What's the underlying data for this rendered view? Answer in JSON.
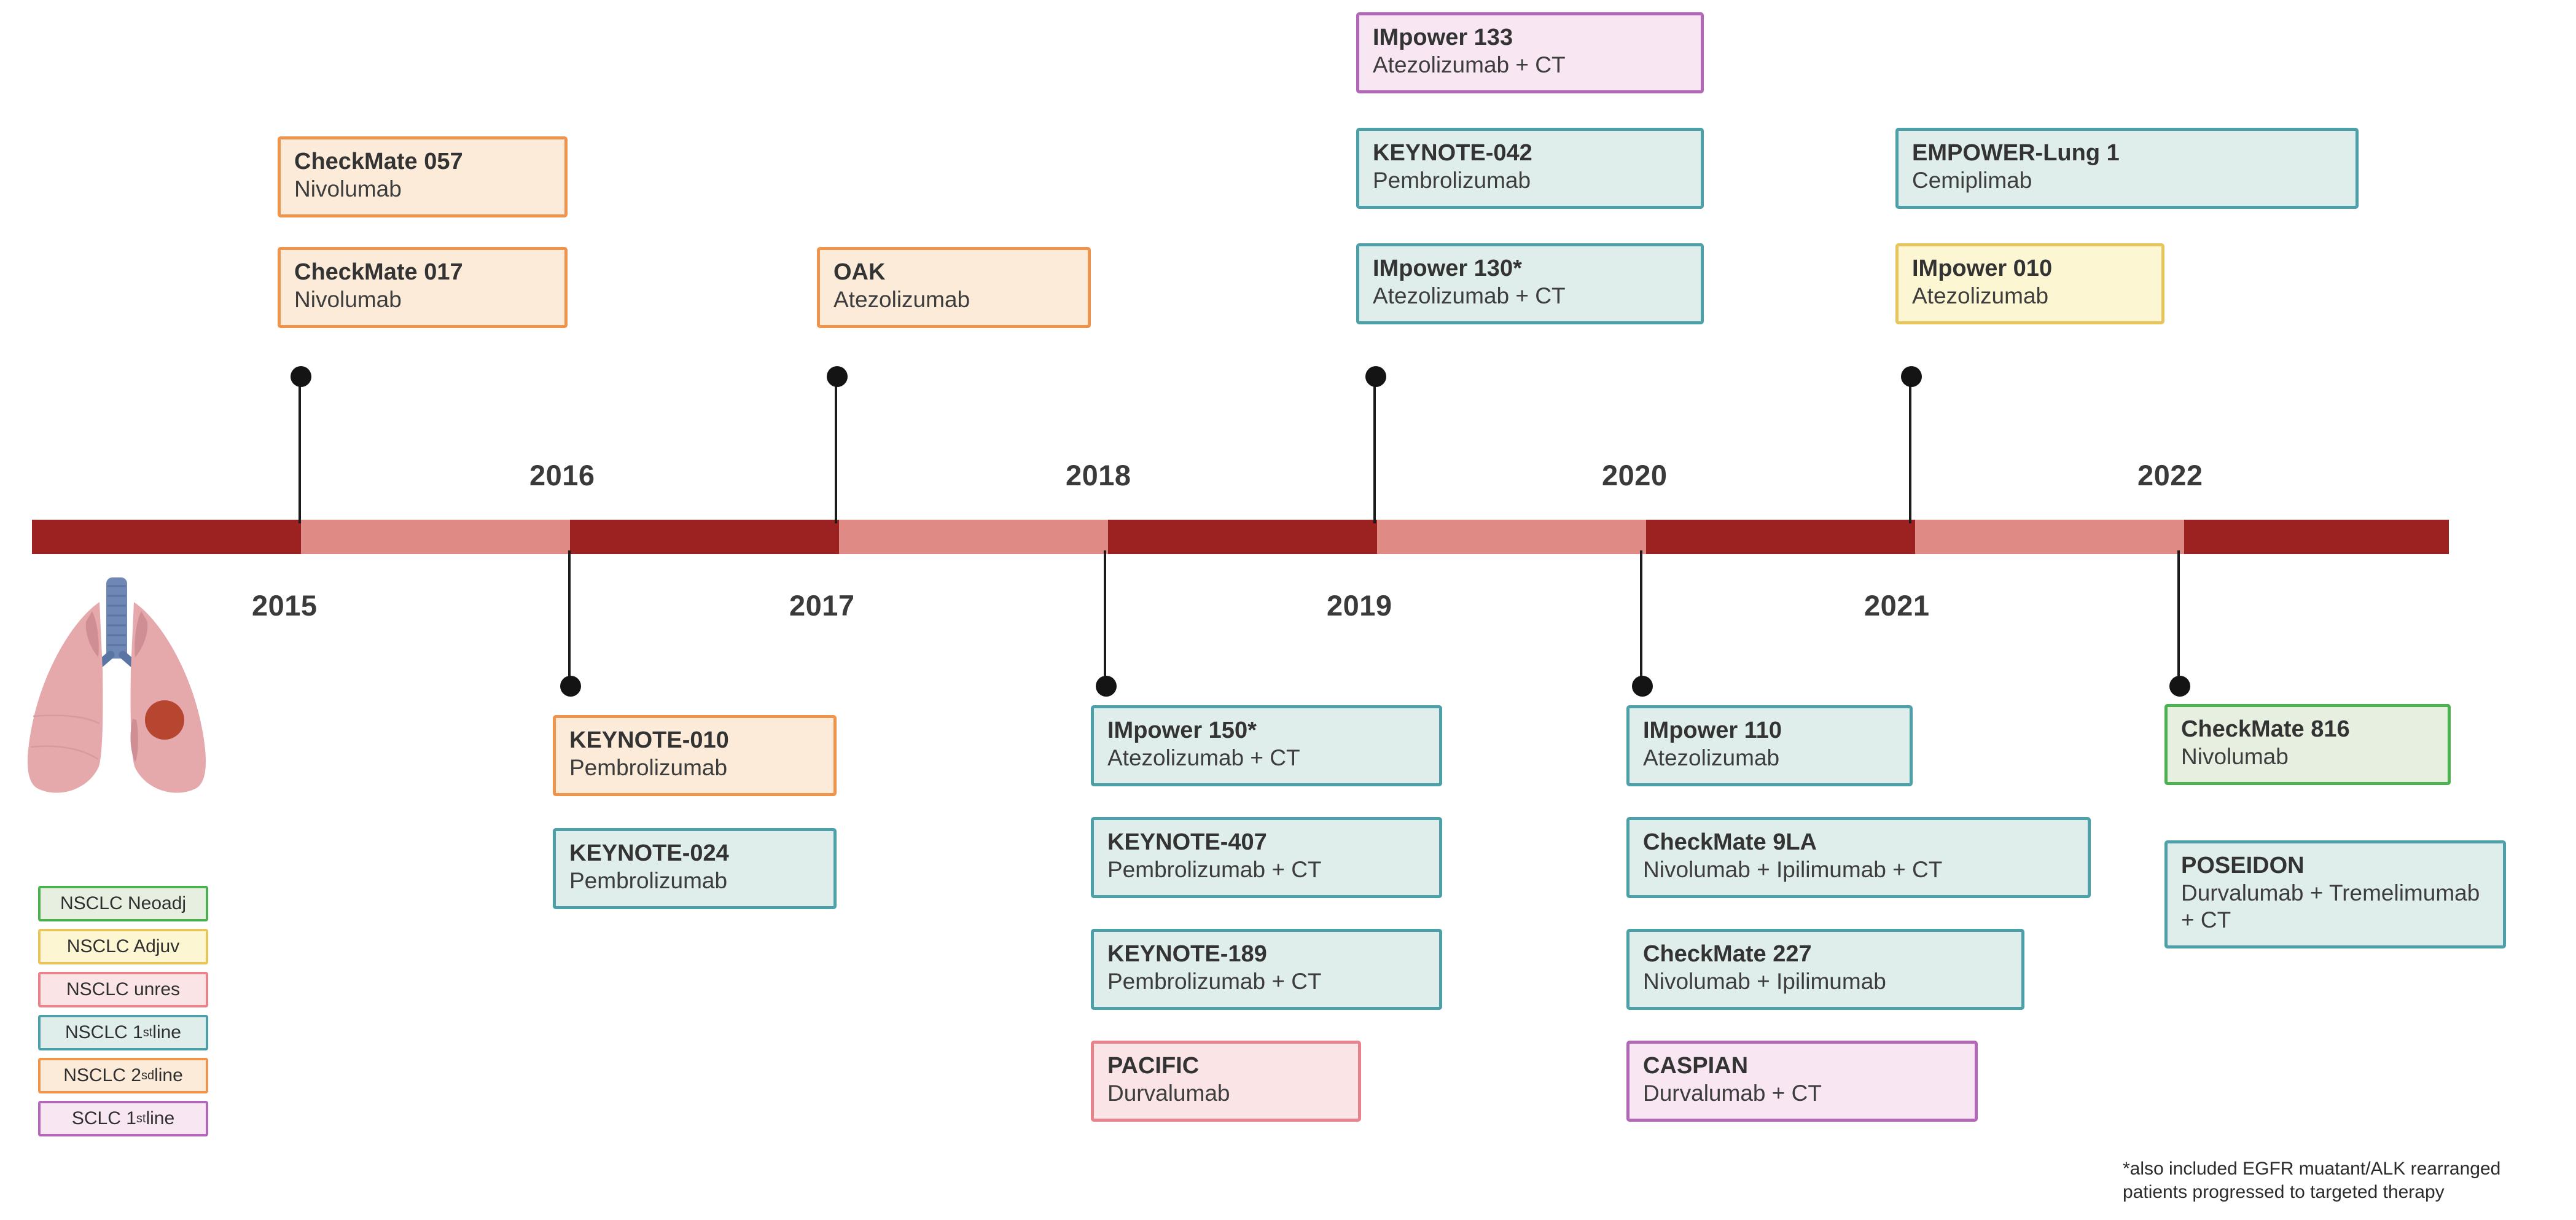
{
  "timeline": {
    "years_above": [
      "2016",
      "2018",
      "2020",
      "2022"
    ],
    "years_below": [
      "2015",
      "2017",
      "2019",
      "2021"
    ],
    "bar_colors": {
      "dark": "#9B2220",
      "light": "#E08A85"
    }
  },
  "legend": {
    "items": [
      {
        "label": "NSCLC Neoadj",
        "category": "neoadj",
        "fill": "#E6EFE0",
        "border": "#4CAF50"
      },
      {
        "label": "NSCLC Adjuv",
        "category": "adjuv",
        "fill": "#FCF6D2",
        "border": "#E8C45C"
      },
      {
        "label": "NSCLC unres",
        "category": "unres",
        "fill": "#FBE4E6",
        "border": "#E8838C"
      },
      {
        "label": "NSCLC 1st line",
        "category": "first",
        "fill": "#DFEEEB",
        "border": "#4EA0A8",
        "sup": "st",
        "base": "NSCLC 1",
        "tail": " line"
      },
      {
        "label": "NSCLC 2sd line",
        "category": "second",
        "fill": "#FCEBD8",
        "border": "#EE944C",
        "sup": "sd",
        "base": "NSCLC 2",
        "tail": " line"
      },
      {
        "label": "SCLC 1st line",
        "category": "sclc",
        "fill": "#F9E6F3",
        "border": "#B267B8",
        "sup": "st",
        "base": "SCLC 1",
        "tail": " line"
      }
    ]
  },
  "studies_above": [
    {
      "title": "CheckMate 057",
      "drug": "Nivolumab",
      "category": "second"
    },
    {
      "title": "CheckMate 017",
      "drug": "Nivolumab",
      "category": "second"
    },
    {
      "title": "OAK",
      "drug": "Atezolizumab",
      "category": "second"
    },
    {
      "title": "IMpower 133",
      "drug": "Atezolizumab + CT",
      "category": "sclc"
    },
    {
      "title": "KEYNOTE-042",
      "drug": "Pembrolizumab",
      "category": "first"
    },
    {
      "title": "IMpower 130*",
      "drug": "Atezolizumab + CT",
      "category": "first"
    },
    {
      "title": "EMPOWER-Lung 1",
      "drug": "Cemiplimab",
      "category": "first"
    },
    {
      "title": "IMpower 010",
      "drug": "Atezolizumab",
      "category": "adjuv"
    }
  ],
  "studies_below": [
    {
      "title": "KEYNOTE-010",
      "drug": "Pembrolizumab",
      "category": "second"
    },
    {
      "title": "KEYNOTE-024",
      "drug": "Pembrolizumab",
      "category": "first"
    },
    {
      "title": "IMpower 150*",
      "drug": "Atezolizumab + CT",
      "category": "first"
    },
    {
      "title": "KEYNOTE-407",
      "drug": "Pembrolizumab + CT",
      "category": "first"
    },
    {
      "title": "KEYNOTE-189",
      "drug": "Pembrolizumab + CT",
      "category": "first"
    },
    {
      "title": "PACIFIC",
      "drug": "Durvalumab",
      "category": "unres"
    },
    {
      "title": "IMpower 110",
      "drug": "Atezolizumab",
      "category": "first"
    },
    {
      "title": "CheckMate 9LA",
      "drug": "Nivolumab + Ipilimumab + CT",
      "category": "first"
    },
    {
      "title": "CheckMate 227",
      "drug": "Nivolumab + Ipilimumab",
      "category": "first"
    },
    {
      "title": "CASPIAN",
      "drug": "Durvalumab + CT",
      "category": "sclc"
    },
    {
      "title": "CheckMate 816",
      "drug": "Nivolumab",
      "category": "neoadj"
    },
    {
      "title": "POSEIDON",
      "drug": "Durvalumab + Tremelimumab + CT",
      "category": "first"
    }
  ],
  "footnote": {
    "line1": "*also included EGFR muatant/ALK rearranged",
    "line2": "patients progressed to targeted therapy"
  },
  "illustration": {
    "name": "lungs-with-tumor"
  }
}
